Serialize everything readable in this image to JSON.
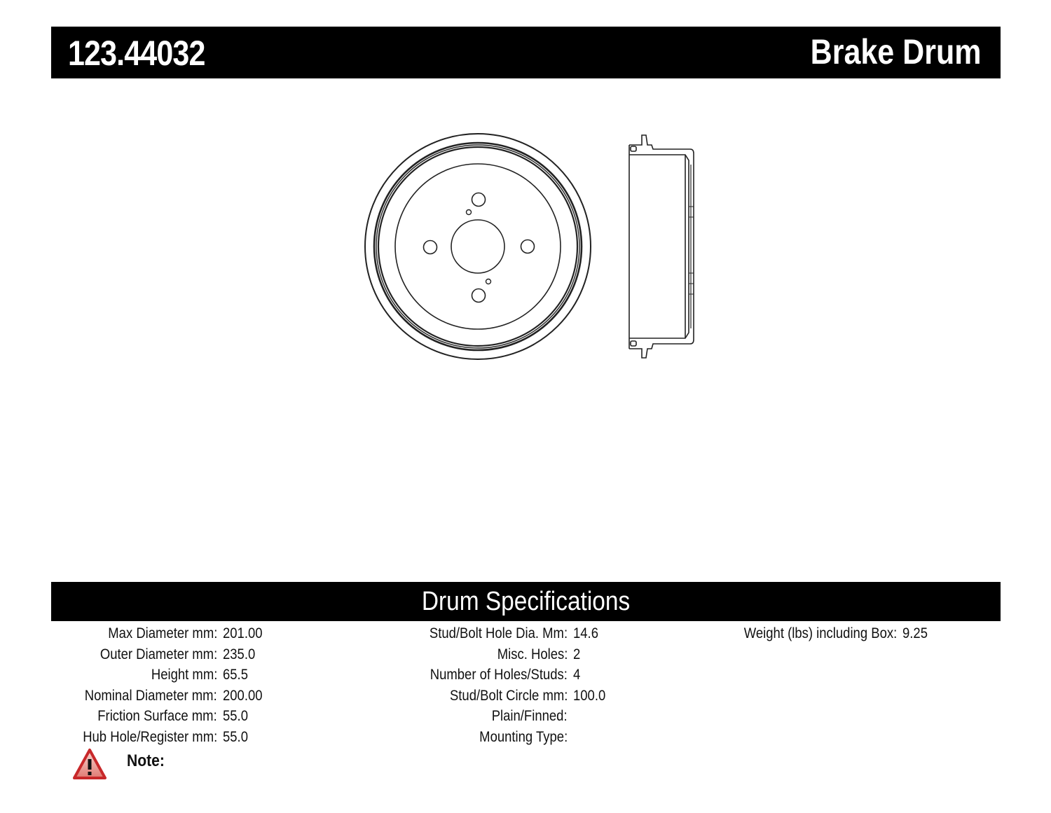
{
  "header": {
    "part_number": "123.44032",
    "doc_type": "Brake Drum"
  },
  "drawing": {
    "front_view": "brake-drum-front-view",
    "side_view": "brake-drum-side-view"
  },
  "specifications": {
    "title": "Drum Specifications",
    "columns": [
      [
        {
          "label": "Max Diameter mm:",
          "value": "201.00"
        },
        {
          "label": "Outer Diameter mm:",
          "value": "235.0"
        },
        {
          "label": "Height mm:",
          "value": "65.5"
        },
        {
          "label": "Nominal Diameter mm:",
          "value": "200.00"
        },
        {
          "label": "Friction Surface mm:",
          "value": "55.0"
        },
        {
          "label": "Hub Hole/Register mm:",
          "value": "55.0"
        }
      ],
      [
        {
          "label": "Stud/Bolt Hole Dia. Mm:",
          "value": "14.6"
        },
        {
          "label": "Misc. Holes:",
          "value": "2"
        },
        {
          "label": "Number of Holes/Studs:",
          "value": "4"
        },
        {
          "label": "Stud/Bolt Circle mm:",
          "value": "100.0"
        },
        {
          "label": "Plain/Finned:",
          "value": ""
        },
        {
          "label": "Mounting Type:",
          "value": ""
        }
      ],
      [
        {
          "label": "Weight (lbs) including Box:",
          "value": "9.25"
        }
      ]
    ]
  },
  "note": {
    "icon": "warning-triangle-icon",
    "label": "Note:",
    "text": ""
  },
  "colors": {
    "bar_background": "#000000",
    "bar_text": "#ffffff",
    "warning_red": "#c8282a"
  }
}
